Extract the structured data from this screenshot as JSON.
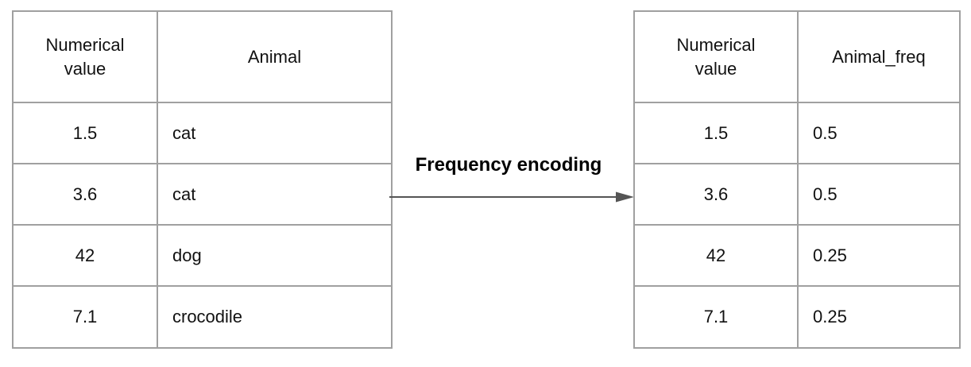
{
  "left_table": {
    "headers": [
      "Numerical value",
      "Animal"
    ],
    "rows": [
      [
        "1.5",
        "cat"
      ],
      [
        "3.6",
        "cat"
      ],
      [
        "42",
        "dog"
      ],
      [
        "7.1",
        "crocodile"
      ]
    ]
  },
  "arrow_label": "Frequency encoding",
  "right_table": {
    "headers": [
      "Numerical value",
      "Animal_freq"
    ],
    "rows": [
      [
        "1.5",
        "0.5"
      ],
      [
        "3.6",
        "0.5"
      ],
      [
        "42",
        "0.25"
      ],
      [
        "7.1",
        "0.25"
      ]
    ]
  },
  "colors": {
    "table_border": "#a0a0a0",
    "arrow": "#555555",
    "text": "#111111",
    "label": "#000000",
    "background": "#ffffff"
  }
}
